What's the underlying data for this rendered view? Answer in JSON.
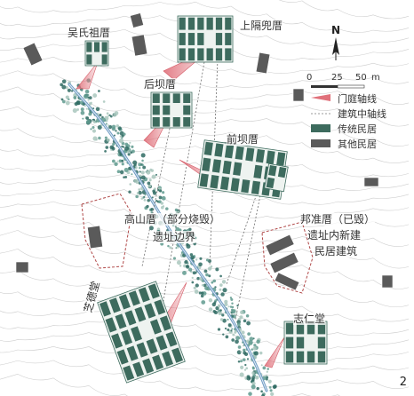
{
  "figure_number": "2",
  "north_label": "N",
  "scale": {
    "ticks": [
      "0",
      "25",
      "50"
    ],
    "unit": "m"
  },
  "legend": [
    {
      "symbol": "gate-axis",
      "label": "门庭轴线",
      "color": "#e0707a"
    },
    {
      "symbol": "building-axis",
      "label": "建筑中轴线",
      "color": "#777777"
    },
    {
      "symbol": "traditional-house",
      "label": "传统民居",
      "color": "#3d6b5e"
    },
    {
      "symbol": "other-house",
      "label": "其他民居",
      "color": "#5a5a5a"
    }
  ],
  "place_labels": {
    "wu_ancestral": "吴氏祖厝",
    "shangge": "上隔兜厝",
    "houba": "后坝厝",
    "qianba": "前坝厝",
    "gaoshan_line1": "高山厝（部分烧毁）",
    "gaoshan_line2": "遗址边界",
    "bangzhun_line1": "邦准厝（已毁）",
    "bangzhun_line2": "遗址内新建",
    "bangzhun_line3": "民居建筑",
    "zhiren": "志仁堂",
    "fangde": "芝德堂"
  },
  "colors": {
    "traditional": "#3d6b5e",
    "traditional_light": "#e8efeb",
    "other": "#5a5a5a",
    "axis_red": "#e0707a",
    "stream": "#6f9cc4",
    "vegetation": "#2f6b63",
    "contour": "#c9c9c9",
    "boundary": "#b04848"
  }
}
